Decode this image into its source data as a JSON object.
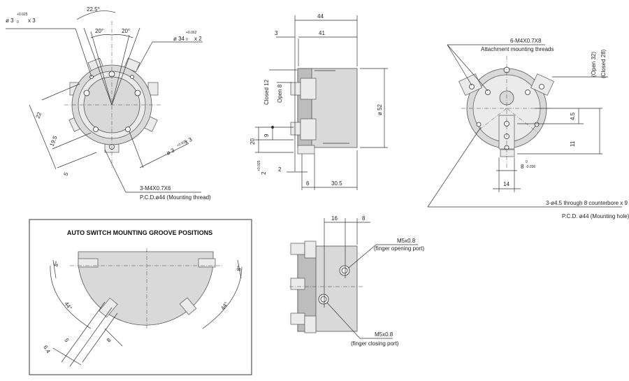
{
  "top_left_view": {
    "angle_top": "22.5°",
    "angle_left": "20°",
    "angle_right": "20°",
    "pin_hole_main": "ø 3",
    "pin_hole_tol": "+0.025",
    "pin_hole_tol_low": "0",
    "pin_hole_qty": "x 3",
    "bore_main": "ø 34",
    "bore_tol": "+0.062",
    "bore_tol_low": "0",
    "bore_qty": "x 2",
    "dim_22": "22",
    "dim_19_5": "19.5",
    "dim_5": "5",
    "small_pin_main": "ø 3",
    "small_pin_tol": "+0.025",
    "small_pin_tol_low": "0",
    "small_pin_qty": "x 3",
    "thread_label": "3-M4X0.7X6",
    "thread_note": "P.C.D.ø44 (Mounting thread)"
  },
  "side_view": {
    "dim_44": "44",
    "dim_41": "41",
    "dim_3": "3",
    "closed_12": "Closed 12",
    "open_8": "Open 8",
    "dia_52": "ø 52",
    "dim_9": "9",
    "dim_20": "20",
    "dim_2_main": "2",
    "dim_2_tol": "+0.025",
    "dim_2_tol_low": "0",
    "dim_2": "2",
    "dim_6": "6",
    "dim_30_5": "30.5"
  },
  "right_view": {
    "thread_label": "6-M4X0.7X8",
    "thread_note": "Attachment mounting threads",
    "open_32": "(Open 32)",
    "closed_28": "(Closed 28)",
    "dim_4_5": "4.5",
    "dim_11": "11",
    "dim_8_main": "8",
    "dim_8_tol": "0",
    "dim_8_tol_low": "-0.036",
    "dim_14": "14",
    "hole_note": "3-ø4.5   through 8 counterbore x 9",
    "pcd_note": "P.C.D. ø44 (Mounting hole)"
  },
  "groove_box": {
    "title": "AUTO SWITCH MOUNTING GROOVE POSITIONS",
    "angle_8_left": "8°",
    "angle_8_right": "8°",
    "angle_44_left": "44°",
    "angle_44_right": "44°",
    "dim_5": "5",
    "dim_6_4": "6.4",
    "dim_8": "8"
  },
  "port_view": {
    "dim_16": "16",
    "dim_8": "8",
    "port_open": "M5x0.8",
    "port_open_note": "(finger opening port)",
    "port_close": "M5x0.8",
    "port_close_note": "(finger closing port)"
  }
}
